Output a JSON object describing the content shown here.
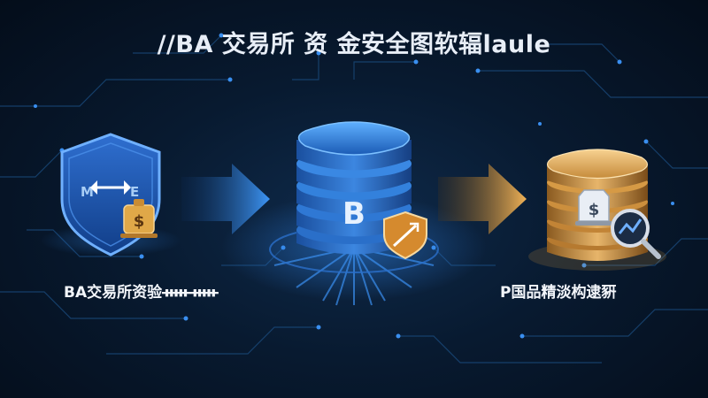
{
  "title": "//BA 交易所 资 金安全图软辐laule",
  "nodes": [
    {
      "id": "exchange",
      "label": "BA交易所资验ᚔᚔ",
      "icon": "shield-with-exchange-and-moneybag-icon"
    },
    {
      "id": "bank",
      "label": "",
      "letter": "B",
      "icon": "database-stack-with-shield-icon"
    },
    {
      "id": "reserve",
      "label": "P国品精淡构逮豣",
      "icon": "gold-coin-stack-with-magnifier-icon"
    }
  ],
  "edges": [
    {
      "from": "exchange",
      "to": "bank",
      "color": "#2f7fe0"
    },
    {
      "from": "bank",
      "to": "reserve",
      "color": "#e0a040"
    }
  ],
  "colors": {
    "background": "#081a30",
    "circuit": "#1b4d80",
    "blue_accent": "#3a8ff0",
    "gold_accent": "#d89a3c"
  },
  "coin_symbol": "$"
}
